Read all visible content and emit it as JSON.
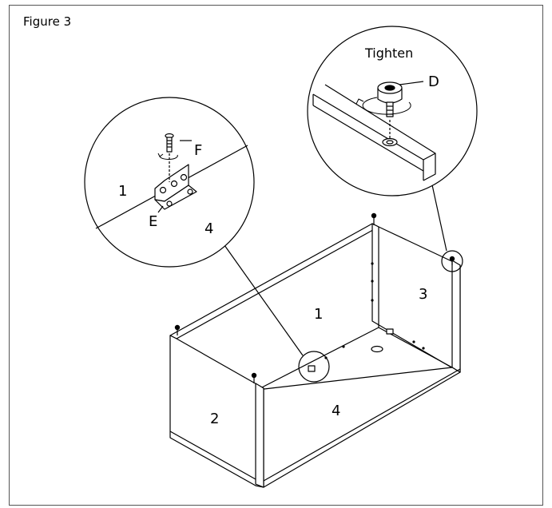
{
  "figure_title": "Figure 3",
  "callout_left": {
    "panel_1": "1",
    "panel_4": "4",
    "bracket": "E",
    "screw": "F"
  },
  "callout_right": {
    "instruction": "Tighten",
    "knob": "D"
  },
  "cabinet": {
    "panel_1": "1",
    "panel_2": "2",
    "panel_3": "3",
    "panel_4": "4"
  }
}
